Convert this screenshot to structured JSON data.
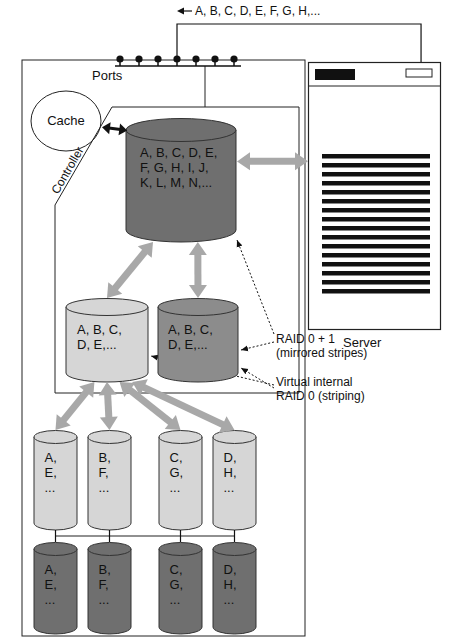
{
  "diagram": {
    "nodes": [
      {
        "text": [
          "Ports"
        ]
      },
      {
        "text": [
          "Cache"
        ]
      },
      {
        "text": [
          "Controller"
        ]
      },
      {
        "text": [
          "A, B, C, D, E, F, G, H, I, J, K, L, M, N,..."
        ],
        "in": 2
      },
      {
        "text": [
          "A, B, C, D, E,..."
        ],
        "in": 2
      },
      {
        "text": [
          "A, B, C, D, E,..."
        ],
        "in": 2
      },
      {
        "text": [
          "A, E, ..."
        ]
      },
      {
        "text": [
          "B, F, ..."
        ]
      },
      {
        "text": [
          "C, G, ..."
        ]
      },
      {
        "text": [
          "D, H, ..."
        ]
      },
      {
        "text": [
          "A, E, ..."
        ]
      },
      {
        "text": [
          "B, F, ..."
        ]
      },
      {
        "text": [
          "C, G, ..."
        ]
      },
      {
        "text": [
          "D, H, ..."
        ]
      },
      {
        "text": [
          "Server"
        ]
      }
    ],
    "edges": [
      {
        "from": 14,
        "to": 0,
        "arrow": "none",
        "label": "A, B, C, D, E, F, G, H,..."
      },
      {
        "from": 1,
        "to": 3,
        "arrow": "both"
      },
      {
        "from": 3,
        "to": 14,
        "arrow": "both"
      },
      {
        "from": 3,
        "to": 4,
        "arrow": "both"
      },
      {
        "from": 3,
        "to": 5,
        "arrow": "both"
      },
      {
        "from": 4,
        "to": 6,
        "arrow": "both"
      },
      {
        "from": 4,
        "to": 7,
        "arrow": "both"
      },
      {
        "from": 4,
        "to": 8,
        "arrow": "both"
      },
      {
        "from": 4,
        "to": 9,
        "arrow": "both"
      },
      {
        "from": 6,
        "to": 10,
        "arrow": "none"
      },
      {
        "from": 7,
        "to": 11,
        "arrow": "none"
      },
      {
        "from": 8,
        "to": 12,
        "arrow": "none"
      },
      {
        "from": 9,
        "to": 13,
        "arrow": "none"
      }
    ],
    "labels": [
      "RAID 0 + 1 (mirrored stripes)",
      "Virtual internal RAID 0 (striping)"
    ]
  }
}
